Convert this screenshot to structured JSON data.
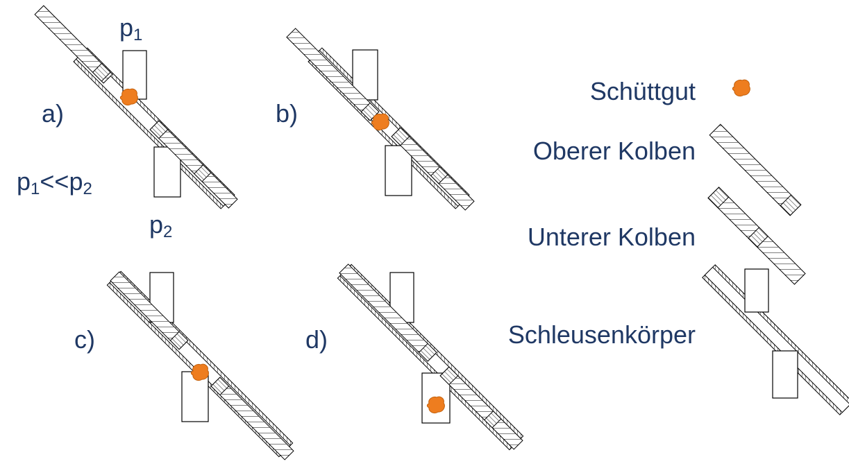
{
  "labels": {
    "a": "a)",
    "b": "b)",
    "c": "c)",
    "d": "d)",
    "p1": "p",
    "p1_sub": "1",
    "p2": "p",
    "p2_sub": "2",
    "relation_p": "p",
    "relation_sub1": "1",
    "relation_op": "<<p",
    "relation_sub2": "2"
  },
  "legend": {
    "schuettgut": "Schüttgut",
    "oberer_kolben": "Oberer Kolben",
    "unterer_kolben": "Unterer Kolben",
    "schleusenkoerper": "Schleusenkörper"
  },
  "colors": {
    "text": "#1f3864",
    "particle": "#ee7d1f",
    "line": "#000000"
  },
  "icons": [
    "bulk-particle-icon",
    "upper-piston-icon",
    "lower-piston-icon",
    "lock-body-icon"
  ]
}
